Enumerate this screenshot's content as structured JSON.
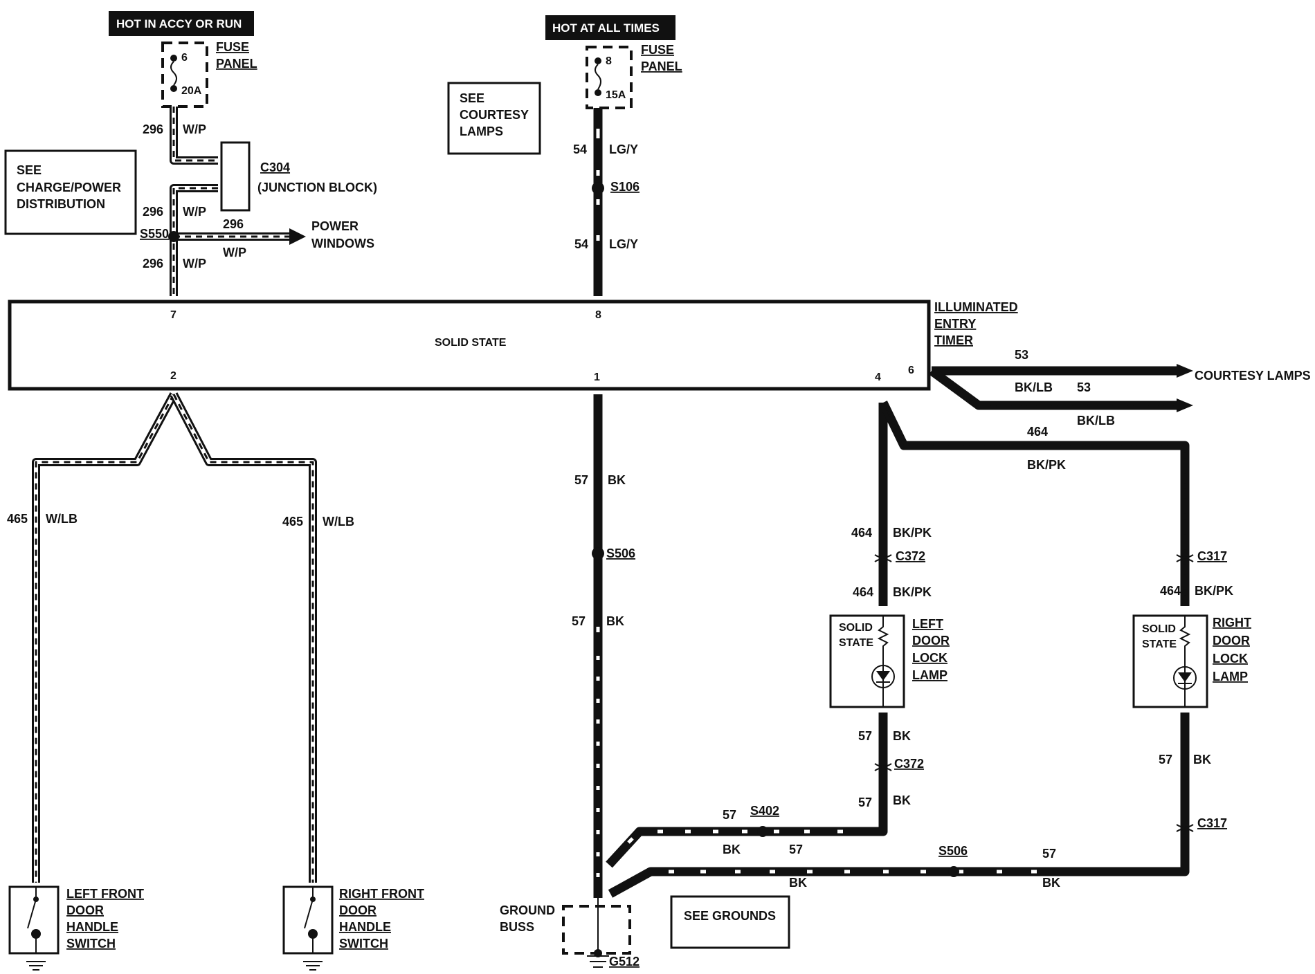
{
  "top_labels": {
    "accy": "HOT IN ACCY OR RUN",
    "always": "HOT AT ALL TIMES"
  },
  "fuse_left": {
    "title_1": "FUSE",
    "title_2": "PANEL",
    "num": "6",
    "rating": "20A"
  },
  "fuse_right": {
    "title_1": "FUSE",
    "title_2": "PANEL",
    "num": "8",
    "rating": "15A"
  },
  "see_charge": [
    "SEE",
    "CHARGE/POWER",
    "DISTRIBUTION"
  ],
  "see_courtesy": [
    "SEE",
    "COURTESY",
    "LAMPS"
  ],
  "see_grounds": "SEE GROUNDS",
  "c304": {
    "id": "C304",
    "desc": "(JUNCTION BLOCK)"
  },
  "power_windows": [
    "POWER",
    "WINDOWS"
  ],
  "timer": {
    "title": [
      "ILLUMINATED",
      "ENTRY",
      "TIMER"
    ],
    "center": "SOLID STATE",
    "pins": {
      "p7": "7",
      "p8": "8",
      "p2": "2",
      "p1": "1",
      "p4": "4",
      "p6": "6"
    }
  },
  "courtesy_out": "COURTESY LAMPS",
  "wires": {
    "c296": "296",
    "wp": "W/P",
    "c54": "54",
    "lgy": "LG/Y",
    "c53": "53",
    "bklb": "BK/LB",
    "c464": "464",
    "bkpk": "BK/PK",
    "c465": "465",
    "wlb": "W/LB",
    "c57": "57",
    "bk": "BK"
  },
  "splices": {
    "s550": "S550",
    "s106": "S106",
    "s506": "S506",
    "s402": "S402",
    "c372": "C372",
    "c317": "C317",
    "g512": "G512"
  },
  "left_lamp": {
    "state_1": "SOLID",
    "state_2": "STATE",
    "name": [
      "LEFT",
      "DOOR",
      "LOCK",
      "LAMP"
    ]
  },
  "right_lamp": {
    "state_1": "SOLID",
    "state_2": "STATE",
    "name": [
      "RIGHT",
      "DOOR",
      "LOCK",
      "LAMP"
    ]
  },
  "left_switch": [
    "LEFT FRONT",
    "DOOR",
    "HANDLE",
    "SWITCH"
  ],
  "right_switch": [
    "RIGHT FRONT",
    "DOOR",
    "HANDLE",
    "SWITCH"
  ],
  "ground_buss": [
    "GROUND",
    "BUSS"
  ]
}
